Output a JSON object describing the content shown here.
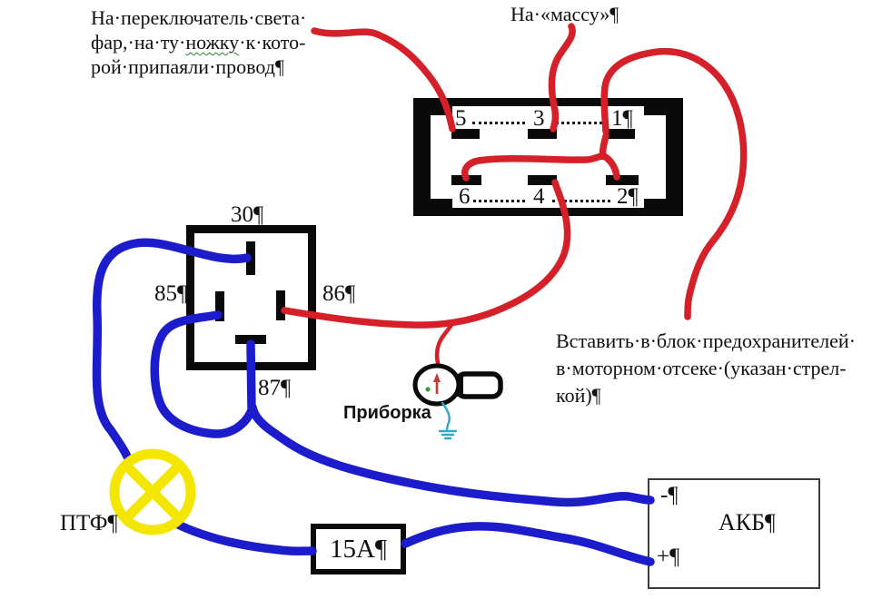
{
  "notes": {
    "headlight_switch": {
      "line1": "На·переключатель·света·",
      "line2a": "фар,·на·ту·",
      "line2b": "ножку",
      "line2c": "·к·кото-",
      "line3": "рой·припаяли·провод¶"
    },
    "ground": "На·«массу»¶",
    "fuse_block": {
      "line1": "Вставить·в·блок·предохранителей·",
      "line2": "в·моторном·отсеке·(указан·стрел-",
      "line3": "кой)¶"
    }
  },
  "connector": {
    "pin5": "5",
    "pin3": "3",
    "pin1": "1¶",
    "pin6": "6",
    "pin4": "4",
    "pin2": "2¶"
  },
  "relay": {
    "pin30": "30¶",
    "pin85": "85¶",
    "pin86": "86¶",
    "pin87": "87¶"
  },
  "dashboard": {
    "label": "Приборка"
  },
  "fog_lamp": {
    "label": "ПТФ¶"
  },
  "fuse": {
    "label": "15А¶"
  },
  "battery": {
    "label": "АКБ¶",
    "minus": "-¶",
    "plus": "+¶"
  },
  "colors": {
    "wire_red": "#d5202a",
    "wire_blue": "#1c1ccd",
    "lamp_yellow": "#f3e600",
    "indicator_wire_cyan": "#2fa8c8",
    "indicator_dot_green": "#3a9a3a",
    "squiggle_green": "#2e7d32"
  },
  "wires": [
    {
      "color": "blue",
      "from": "relay-pin-30",
      "to": "fog-lamp"
    },
    {
      "color": "blue",
      "from": "relay-pin-85",
      "to": "junction-with-pin87-wire"
    },
    {
      "color": "blue",
      "from": "relay-pin-87",
      "to": "battery-minus"
    },
    {
      "color": "blue",
      "from": "fog-lamp",
      "to": "fuse-15a"
    },
    {
      "color": "blue",
      "from": "fuse-15a",
      "to": "battery-plus"
    },
    {
      "color": "red",
      "from": "headlight-switch-note",
      "to": "connector-pin-5"
    },
    {
      "color": "red",
      "from": "ground-note",
      "to": "connector-pin-3"
    },
    {
      "color": "red",
      "from": "connector-pin-1",
      "to": "engine-bay-fuse-block-pointer"
    },
    {
      "color": "red",
      "from": "connector-pin-6",
      "to": "connector-pin-2-and-pin-1-jumper"
    },
    {
      "color": "red",
      "from": "relay-pin-86",
      "to": "connector-pin-4"
    },
    {
      "color": "red",
      "from": "relay-pin-86-wire-branch",
      "to": "dashboard-indicator"
    },
    {
      "color": "cyan",
      "from": "dashboard-indicator",
      "to": "ground-symbol"
    }
  ]
}
